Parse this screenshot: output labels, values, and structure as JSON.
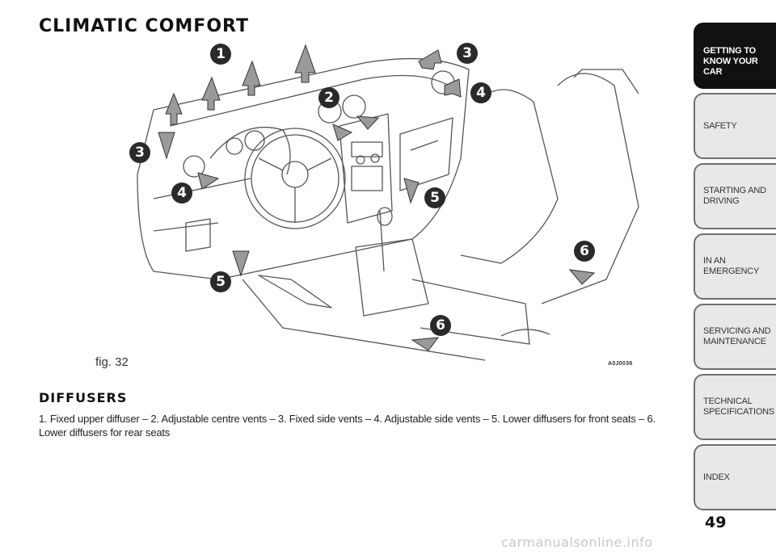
{
  "page": {
    "section_title": "CLIMATIC COMFORT",
    "figure": {
      "caption": "fig. 32",
      "code": "A0J0036",
      "callouts": [
        "1",
        "2",
        "3",
        "3",
        "4",
        "4",
        "5",
        "5",
        "6",
        "6"
      ]
    },
    "subsection_title": "DIFFUSERS",
    "body": "1. Fixed upper diffuser – 2. Adjustable centre vents – 3. Fixed side vents – 4. Adjustable side vents – 5. Lower diffusers for front seats – 6. Lower diffusers for rear seats",
    "page_number": "49"
  },
  "nav": {
    "tabs": [
      {
        "label_1": "GETTING TO",
        "label_2": "KNOW YOUR CAR",
        "active": true
      },
      {
        "label_1": "SAFETY",
        "label_2": "",
        "active": false
      },
      {
        "label_1": "STARTING AND",
        "label_2": "DRIVING",
        "active": false
      },
      {
        "label_1": "IN AN EMERGENCY",
        "label_2": "",
        "active": false
      },
      {
        "label_1": "SERVICING AND",
        "label_2": "MAINTENANCE",
        "active": false
      },
      {
        "label_1": "TECHNICAL",
        "label_2": "SPECIFICATIONS",
        "active": false
      },
      {
        "label_1": "INDEX",
        "label_2": "",
        "active": false
      }
    ]
  },
  "watermark": "carmanualsonline.info",
  "colors": {
    "tab_active": "#111111",
    "tab_inactive": "#e8e8e8",
    "arrow_fill": "#8a8a8a",
    "line_art": "#555555"
  }
}
